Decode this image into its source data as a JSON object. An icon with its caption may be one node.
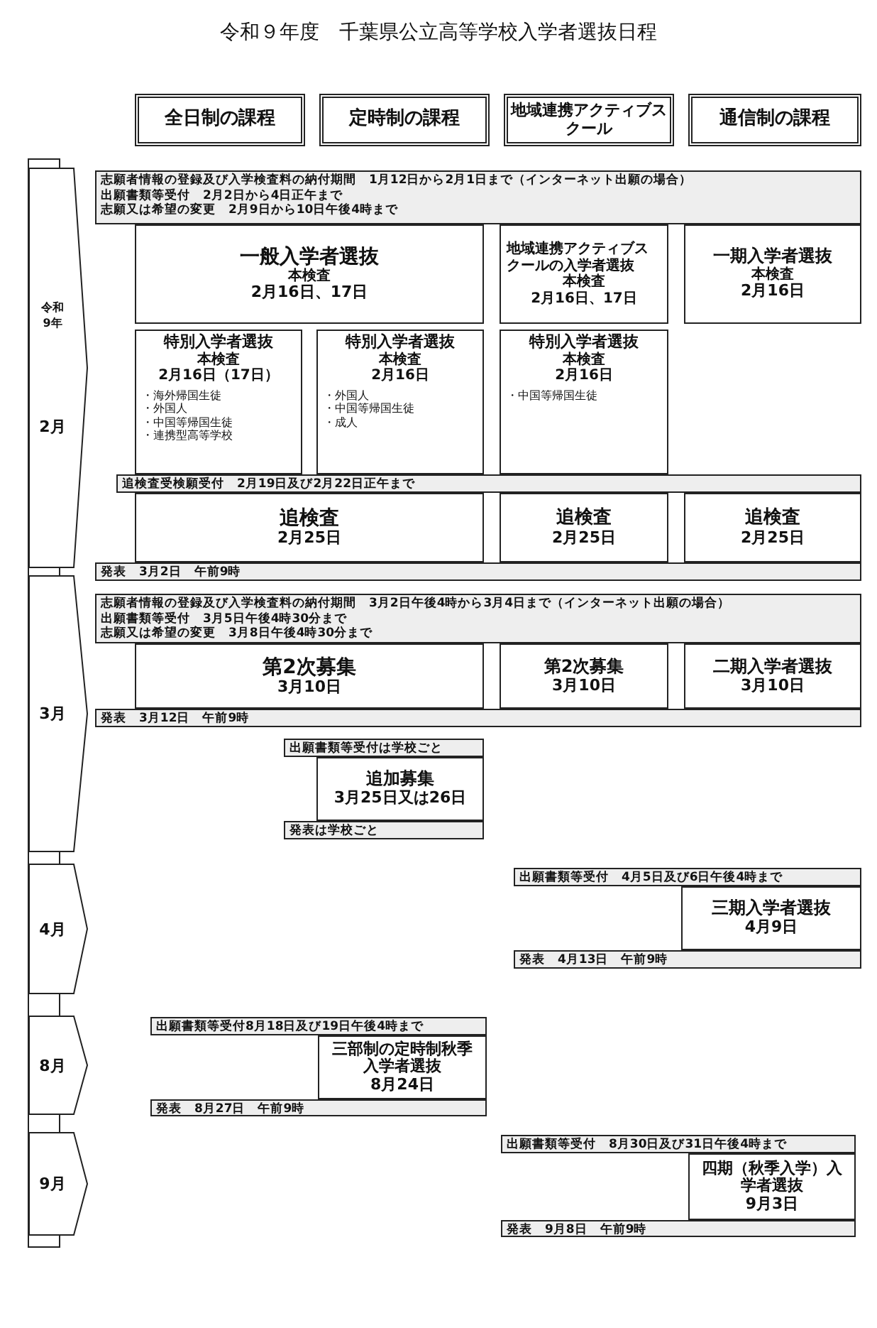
{
  "diagram": {
    "title": "令和９年度　千葉県公立高等学校入学者選抜日程",
    "nodes": [
      {
        "text": [
          "全日制の課程"
        ]
      },
      {
        "text": [
          "定時制の課程"
        ]
      },
      {
        "text": [
          "地域連携アクティブスクール"
        ]
      },
      {
        "text": [
          "通信制の課程"
        ]
      },
      {
        "text": [
          "令和9年",
          "2月"
        ]
      },
      {
        "text": [
          "志願者情報の登録及び入学検査料の納付期間　1月12日から2月1日まで（インターネット出願の場合）",
          "出願書類等受付　2月2日から4日正午まで",
          "志願又は希望の変更　2月9日から10日午後4時まで"
        ]
      },
      {
        "text": [
          "一般入学者選抜",
          "本検査",
          "2月16日、17日"
        ]
      },
      {
        "text": [
          "地域連携アクティブスクールの入学者選抜",
          "本検査",
          "2月16日、17日"
        ]
      },
      {
        "text": [
          "一期入学者選抜",
          "本検査",
          "2月16日"
        ]
      },
      {
        "text": [
          "特別入学者選抜",
          "本検査",
          "2月16日（17日）",
          "・海外帰国生徒",
          "・外国人",
          "・中国等帰国生徒",
          "・連携型高等学校"
        ]
      },
      {
        "text": [
          "特別入学者選抜",
          "本検査",
          "2月16日",
          "・外国人",
          "・中国等帰国生徒",
          "・成人"
        ]
      },
      {
        "text": [
          "特別入学者選抜",
          "本検査",
          "2月16日",
          "・中国等帰国生徒"
        ]
      },
      {
        "text": [
          "追検査受検願受付　2月19日及び2月22日正午まで"
        ]
      },
      {
        "text": [
          "追検査",
          "2月25日"
        ]
      },
      {
        "text": [
          "追検査",
          "2月25日"
        ]
      },
      {
        "text": [
          "追検査",
          "2月25日"
        ]
      },
      {
        "text": [
          "発表　3月2日　午前9時"
        ]
      },
      {
        "text": [
          "3月"
        ]
      },
      {
        "text": [
          "志願者情報の登録及び入学検査料の納付期間　3月2日午後4時から3月4日まで（インターネット出願の場合）",
          "出願書類等受付　3月5日午後4時30分まで",
          "志願又は希望の変更　3月8日午後4時30分まで"
        ]
      },
      {
        "text": [
          "第2次募集",
          "3月10日"
        ]
      },
      {
        "text": [
          "第2次募集",
          "3月10日"
        ]
      },
      {
        "text": [
          "二期入学者選抜",
          "3月10日"
        ]
      },
      {
        "text": [
          "発表　3月12日　午前9時"
        ]
      },
      {
        "text": [
          "出願書類等受付は学校ごと"
        ]
      },
      {
        "text": [
          "追加募集",
          "3月25日又は26日"
        ]
      },
      {
        "text": [
          "発表は学校ごと"
        ]
      },
      {
        "text": [
          "4月"
        ]
      },
      {
        "text": [
          "出願書類等受付　4月5日及び6日午後4時まで"
        ]
      },
      {
        "text": [
          "三期入学者選抜",
          "4月9日"
        ]
      },
      {
        "text": [
          "発表　4月13日　午前9時"
        ]
      },
      {
        "text": [
          "8月"
        ]
      },
      {
        "text": [
          "出願書類等受付8月18日及び19日午後4時まで"
        ]
      },
      {
        "text": [
          "三部制の定時制秋季入学者選抜",
          "8月24日"
        ]
      },
      {
        "text": [
          "発表　8月27日　午前9時"
        ]
      },
      {
        "text": [
          "9月"
        ]
      },
      {
        "text": [
          "出願書類等受付　8月30日及び31日午後4時まで"
        ]
      },
      {
        "text": [
          "四期（秋季入学）入学者選抜",
          "9月3日"
        ]
      },
      {
        "text": [
          "発表　9月8日　午前9時"
        ]
      }
    ]
  }
}
